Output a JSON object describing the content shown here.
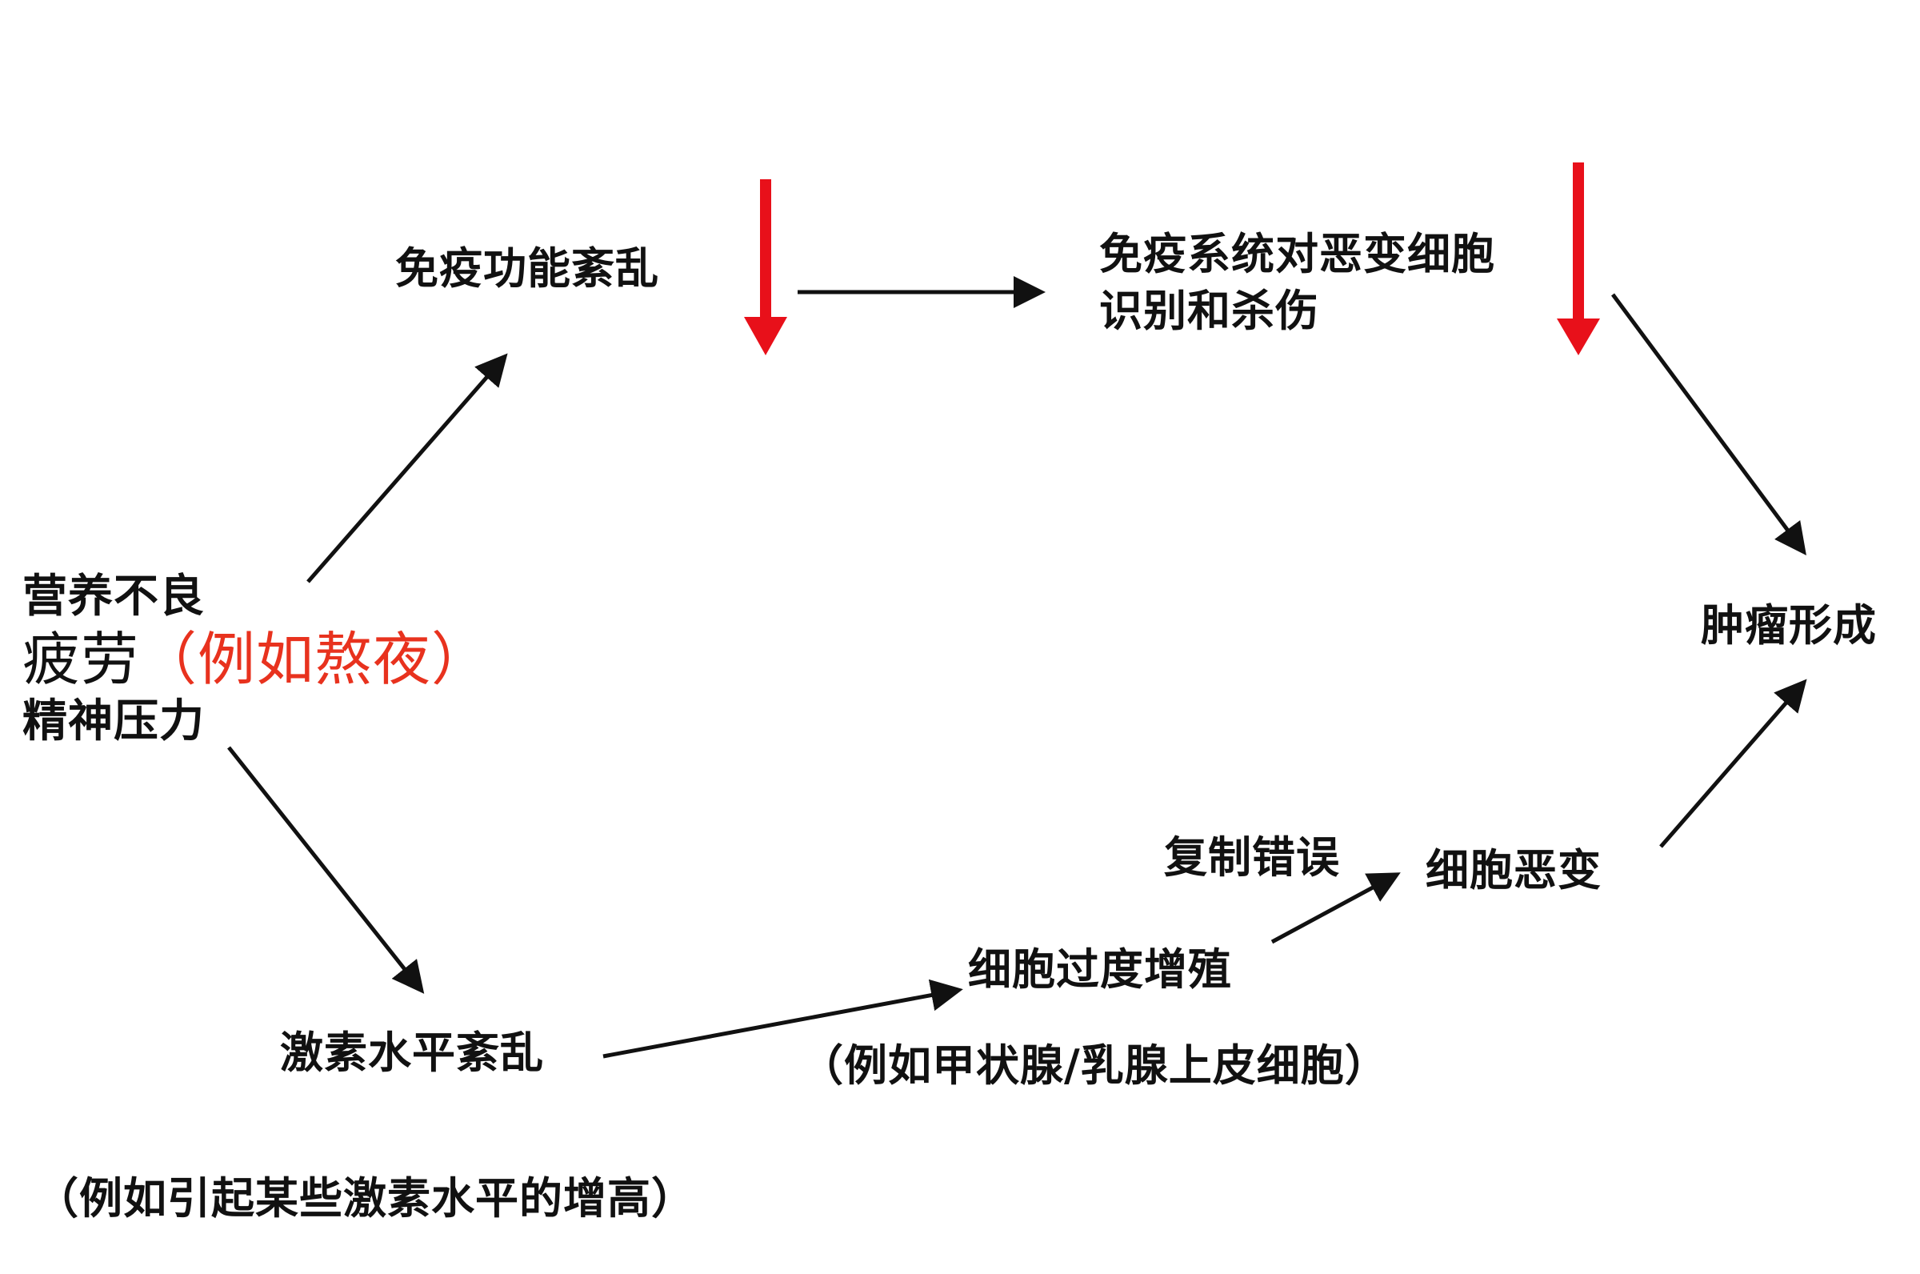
{
  "colors": {
    "text": "#111111",
    "accent_red": "#e8321e",
    "arrow_black": "#111111",
    "arrow_red": "#e8101a"
  },
  "causes": {
    "line1": "营养不良",
    "line2_main": "疲劳",
    "line2_note": "（例如熬夜）",
    "line3": "精神压力"
  },
  "nodes": {
    "immune_disorder": "免疫功能紊乱",
    "immune_recognition_line1": "免疫系统对恶变细胞",
    "immune_recognition_line2": "识别和杀伤",
    "tumor_formation": "肿瘤形成",
    "hormone_disorder": "激素水平紊乱",
    "hormone_note": "（例如引起某些激素水平的增高）",
    "cell_proliferation": "细胞过度增殖",
    "proliferation_note": "（例如甲状腺/乳腺上皮细胞）",
    "replication_error": "复制错误",
    "cell_malignancy": "细胞恶变"
  }
}
